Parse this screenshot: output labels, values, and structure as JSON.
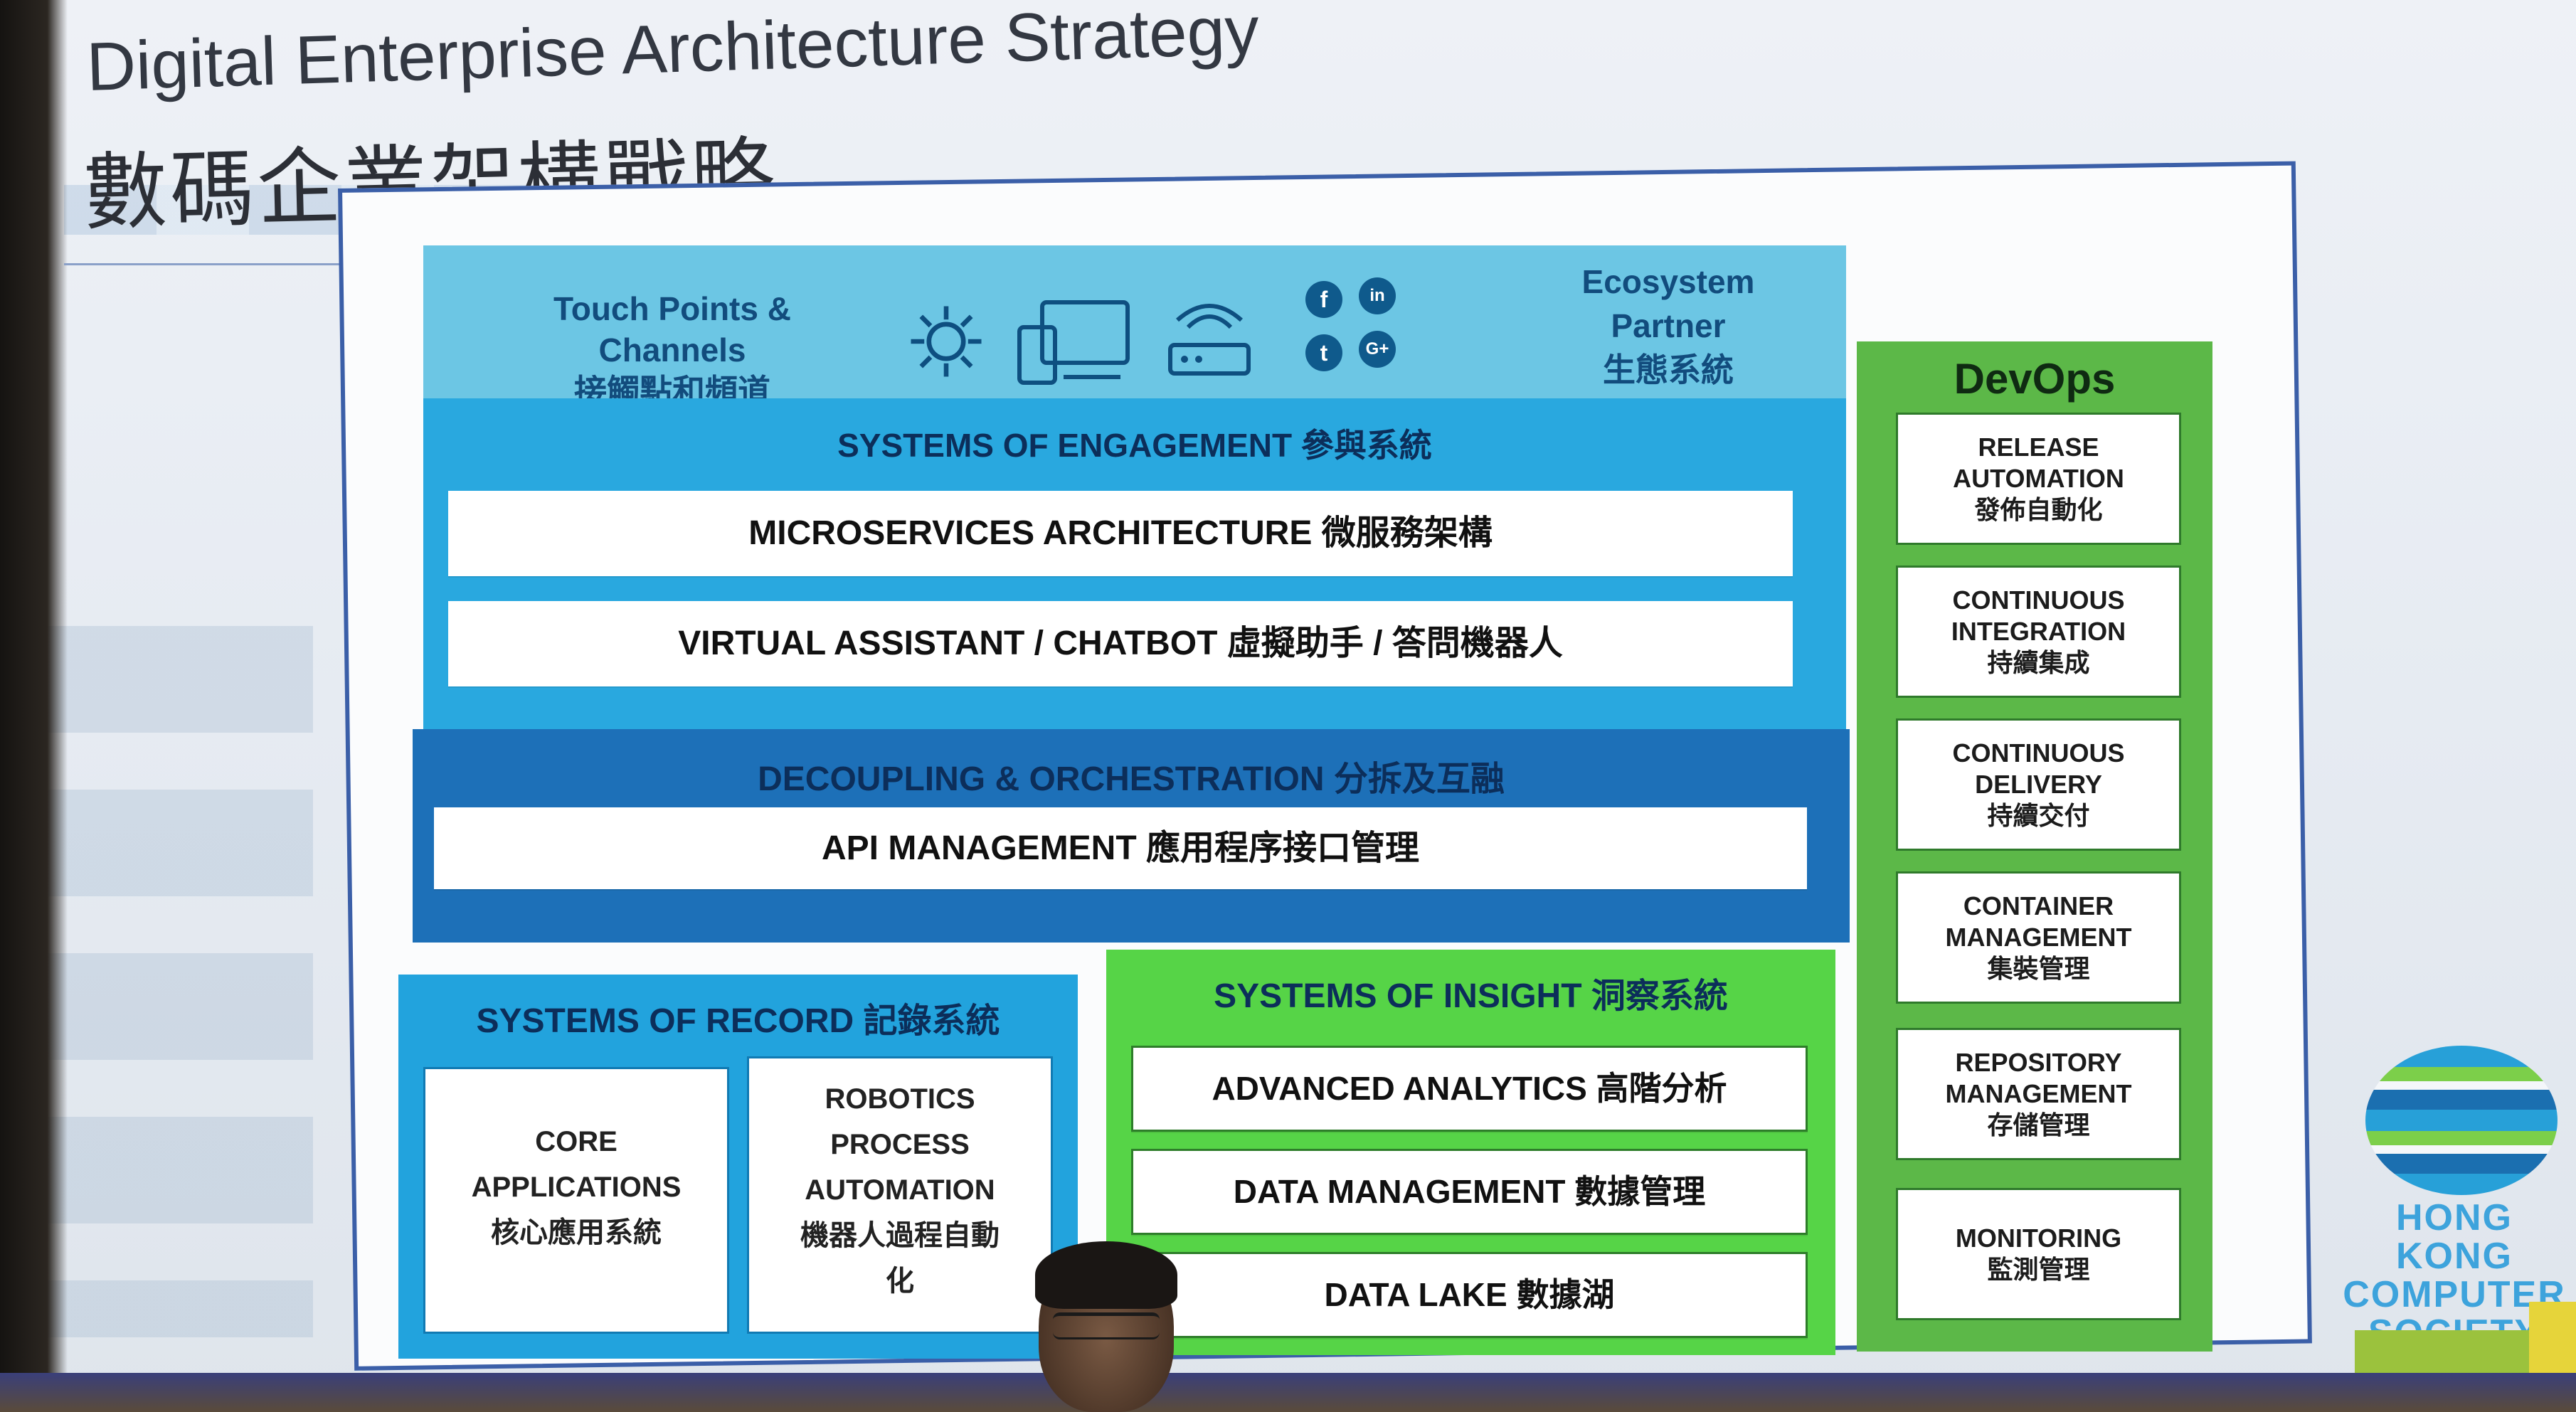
{
  "slide": {
    "title_en": "Digital Enterprise Architecture Strategy",
    "title_zh": "數碼企業架構戰略"
  },
  "touch_points": {
    "label_line1": "Touch Points &",
    "label_line2": "Channels",
    "label_zh": "接觸點和頻道",
    "icons": [
      "gear-icon",
      "devices-icon",
      "router-icon",
      "facebook-icon",
      "linkedin-icon",
      "twitter-icon",
      "google-plus-icon"
    ],
    "social_glyphs": {
      "facebook": "f",
      "linkedin": "in",
      "twitter": "t",
      "google_plus": "G+"
    },
    "ecosystem_line1": "Ecosystem",
    "ecosystem_line2": "Partner",
    "ecosystem_zh": "生態系統"
  },
  "engagement": {
    "title": "SYSTEMS OF ENGAGEMENT 參與系統",
    "items": [
      "MICROSERVICES ARCHITECTURE 微服務架構",
      "VIRTUAL ASSISTANT / CHATBOT 虛擬助手 / 答問機器人"
    ]
  },
  "decoupling": {
    "title": "DECOUPLING & ORCHESTRATION 分拆及互融",
    "items": [
      "API MANAGEMENT 應用程序接口管理"
    ]
  },
  "record": {
    "title": "SYSTEMS OF RECORD 記錄系統",
    "box1": {
      "line1": "CORE",
      "line2": "APPLICATIONS",
      "line3": "核心應用系統"
    },
    "box2": {
      "line1": "ROBOTICS",
      "line2": "PROCESS",
      "line3": "AUTOMATION",
      "line4": "機器人過程自動",
      "line5": "化"
    }
  },
  "insight": {
    "title": "SYSTEMS OF INSIGHT 洞察系統",
    "items": [
      "ADVANCED ANALYTICS 高階分析",
      "DATA MANAGEMENT 數據管理",
      "DATA LAKE 數據湖"
    ]
  },
  "devops": {
    "title": "DevOps",
    "items": [
      {
        "line1": "RELEASE",
        "line2": "AUTOMATION",
        "zh": "發佈自動化"
      },
      {
        "line1": "CONTINUOUS",
        "line2": "INTEGRATION",
        "zh": "持續集成"
      },
      {
        "line1": "CONTINUOUS",
        "line2": "DELIVERY",
        "zh": "持續交付"
      },
      {
        "line1": "CONTAINER",
        "line2": "MANAGEMENT",
        "zh": "集裝管理"
      },
      {
        "line1": "REPOSITORY",
        "line2": "MANAGEMENT",
        "zh": "存儲管理"
      },
      {
        "line1": "MONITORING",
        "line2": "",
        "zh": "監測管理"
      }
    ]
  },
  "logo": {
    "line1": "HONG KONG",
    "line2": "COMPUTER",
    "line3": "SOCIETY"
  },
  "colors": {
    "touch_band": "#6cc6e4",
    "engagement_band": "#29a8df",
    "decoupling_band": "#1d70b8",
    "record_band": "#22a3dd",
    "insight_band": "#56d447",
    "devops_band": "#5cb848"
  }
}
